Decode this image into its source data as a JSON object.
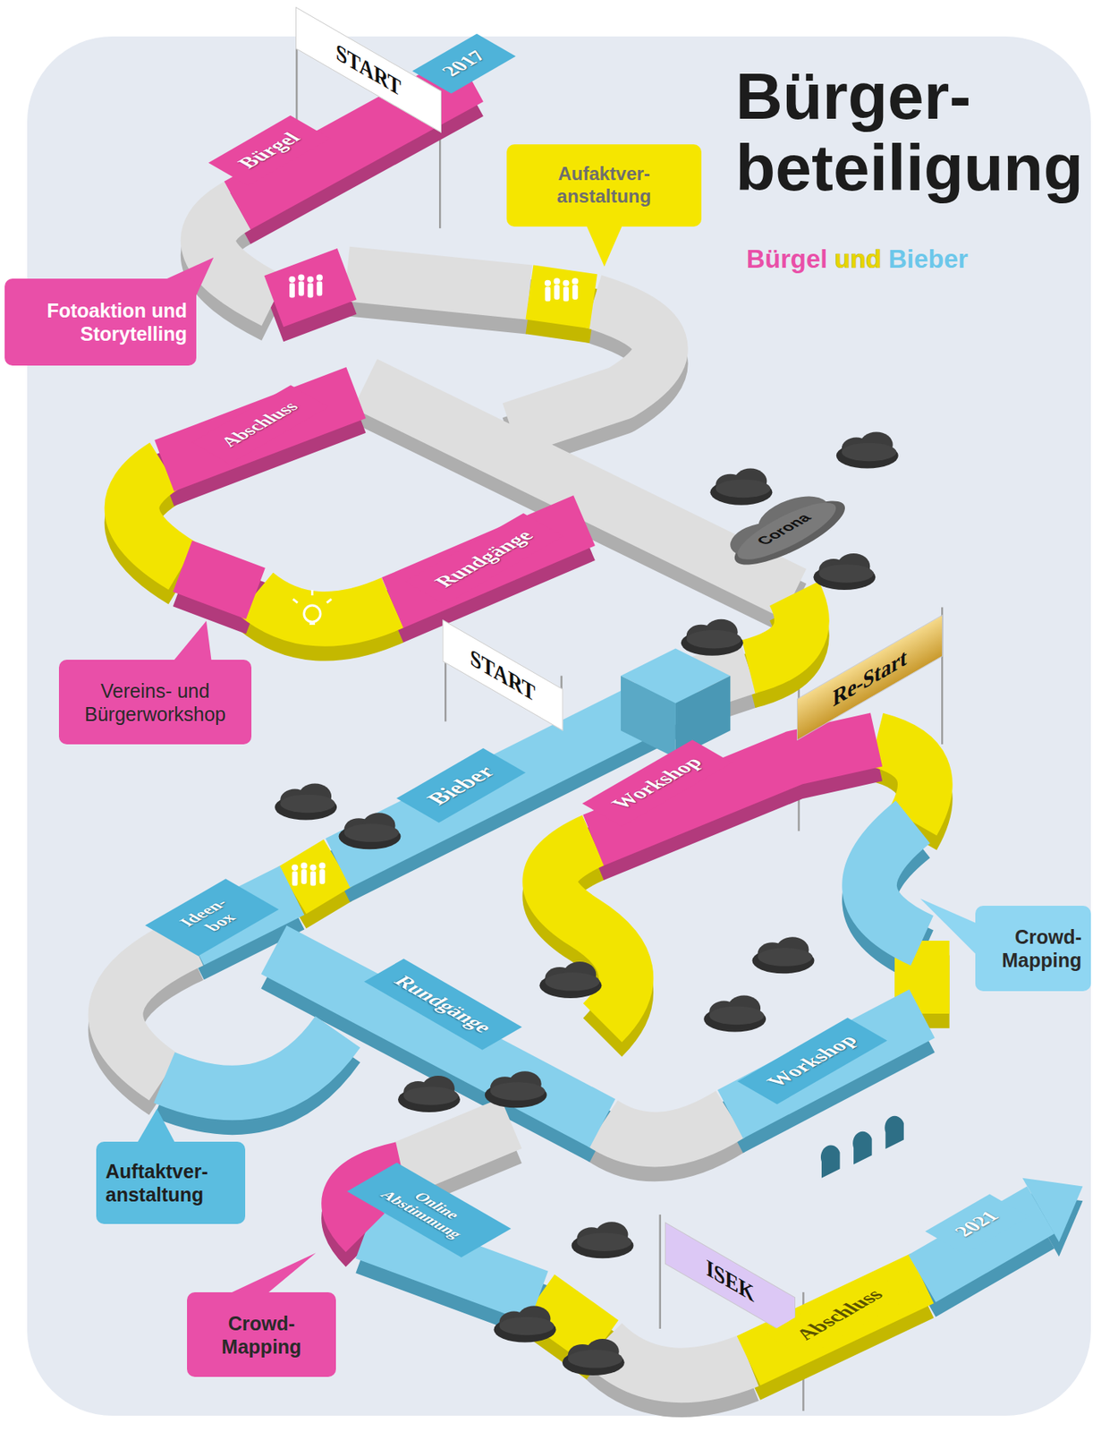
{
  "diagram": {
    "title": "Bürger- beteiligung",
    "nodes": [
      {
        "text": [
          "START"
        ]
      },
      {
        "text": [
          "2017"
        ]
      },
      {
        "text": [
          "Bürgel"
        ]
      },
      {
        "text": [
          "Fotoaktion und Storytelling"
        ]
      },
      {
        "text": [
          "Aufaktver- anstaltung"
        ]
      },
      {
        "text": [
          "Abschluss"
        ]
      },
      {
        "text": [
          "Rundgänge"
        ]
      },
      {
        "text": [
          "Corona"
        ]
      },
      {
        "text": [
          "Vereins- und Bürgerworkshop"
        ]
      },
      {
        "text": [
          "START"
        ]
      },
      {
        "text": [
          "Re-Start"
        ]
      },
      {
        "text": [
          "Bieber"
        ]
      },
      {
        "text": [
          "Workshop"
        ]
      },
      {
        "text": [
          "Crowd- Mapping"
        ]
      },
      {
        "text": [
          "Ideen- box"
        ]
      },
      {
        "text": [
          "Rundgänge"
        ]
      },
      {
        "text": [
          "Workshop"
        ]
      },
      {
        "text": [
          "Auftaktver- anstaltung"
        ]
      },
      {
        "text": [
          "Online Abstimmung"
        ]
      },
      {
        "text": [
          "Crowd- Mapping"
        ]
      },
      {
        "text": [
          "ISEK"
        ]
      },
      {
        "text": [
          "Abschluss"
        ]
      },
      {
        "text": [
          "2021"
        ]
      }
    ],
    "labels": [
      "Bürgel",
      "und",
      "Bieber"
    ]
  }
}
